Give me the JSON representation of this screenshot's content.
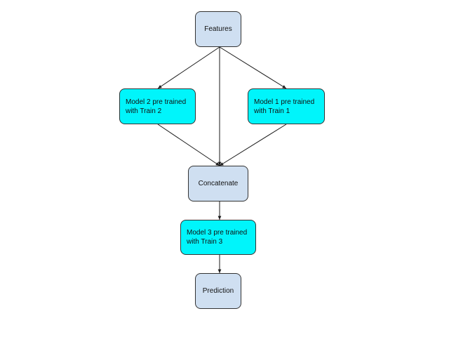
{
  "colors": {
    "input_node": "#cfdff1",
    "model_node": "#00f5fb",
    "edge": "#1a1a1a"
  },
  "nodes": {
    "features": {
      "label": "Features"
    },
    "model2": {
      "label": "Model 2 pre trained\nwith Train 2"
    },
    "model1": {
      "label": "Model 1 pre trained\nwith Train 1"
    },
    "concatenate": {
      "label": "Concatenate"
    },
    "model3": {
      "label": "Model 3 pre trained\nwith Train 3"
    },
    "prediction": {
      "label": "Prediction"
    }
  }
}
